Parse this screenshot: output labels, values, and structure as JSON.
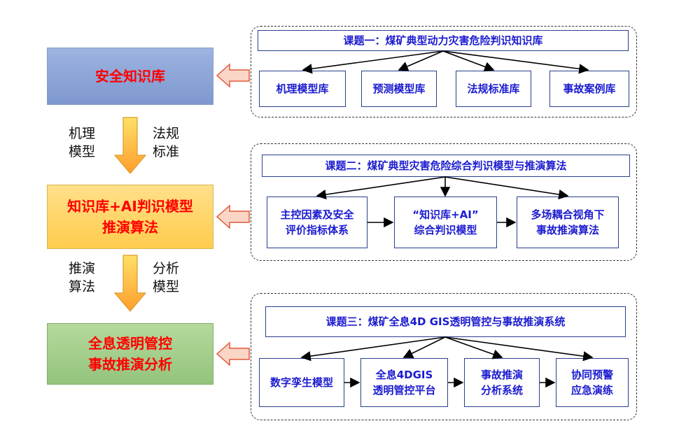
{
  "left_boxes": [
    {
      "label": "安全知识库",
      "color": "#8faadc"
    },
    {
      "label": "知识库+AI判识模型\n推演算法",
      "color": "#ffd966"
    },
    {
      "label": "全息透明管控\n事故推演分析",
      "color": "#a9d18e"
    }
  ],
  "down_labels": [
    {
      "left": "机理\n模型",
      "right": "法规\n标准"
    },
    {
      "left": "推演\n算法",
      "right": "分析\n模型"
    }
  ],
  "topics": [
    {
      "title": "课题一：煤矿典型动力灾害危险判识知识库",
      "items": [
        "机理模型库",
        "预测模型库",
        "法规标准库",
        "事故案例库"
      ]
    },
    {
      "title": "课题二：煤矿典型灾害危险综合判识模型与推演算法",
      "items": [
        "主控因素及安全\n评价指标体系",
        "“知识库+AI”\n综合判识模型",
        "多场耦合视角下\n事故推演算法"
      ]
    },
    {
      "title": "课题三：煤矿全息4D GIS透明管控与事故推演系统",
      "items": [
        "数字孪生模型",
        "全息4DGIS\n透明管控平台",
        "事故推演\n分析系统",
        "协同预警\n应急演练"
      ]
    }
  ],
  "colors": {
    "left_text": "#ff0000",
    "panel_text": "#1b1bd0",
    "arrow_fill": "#fbd5c6",
    "arrow_stroke": "#e05a3a",
    "down_arrow_top": "#ffe066",
    "down_arrow_bottom": "#ff9e2c"
  }
}
